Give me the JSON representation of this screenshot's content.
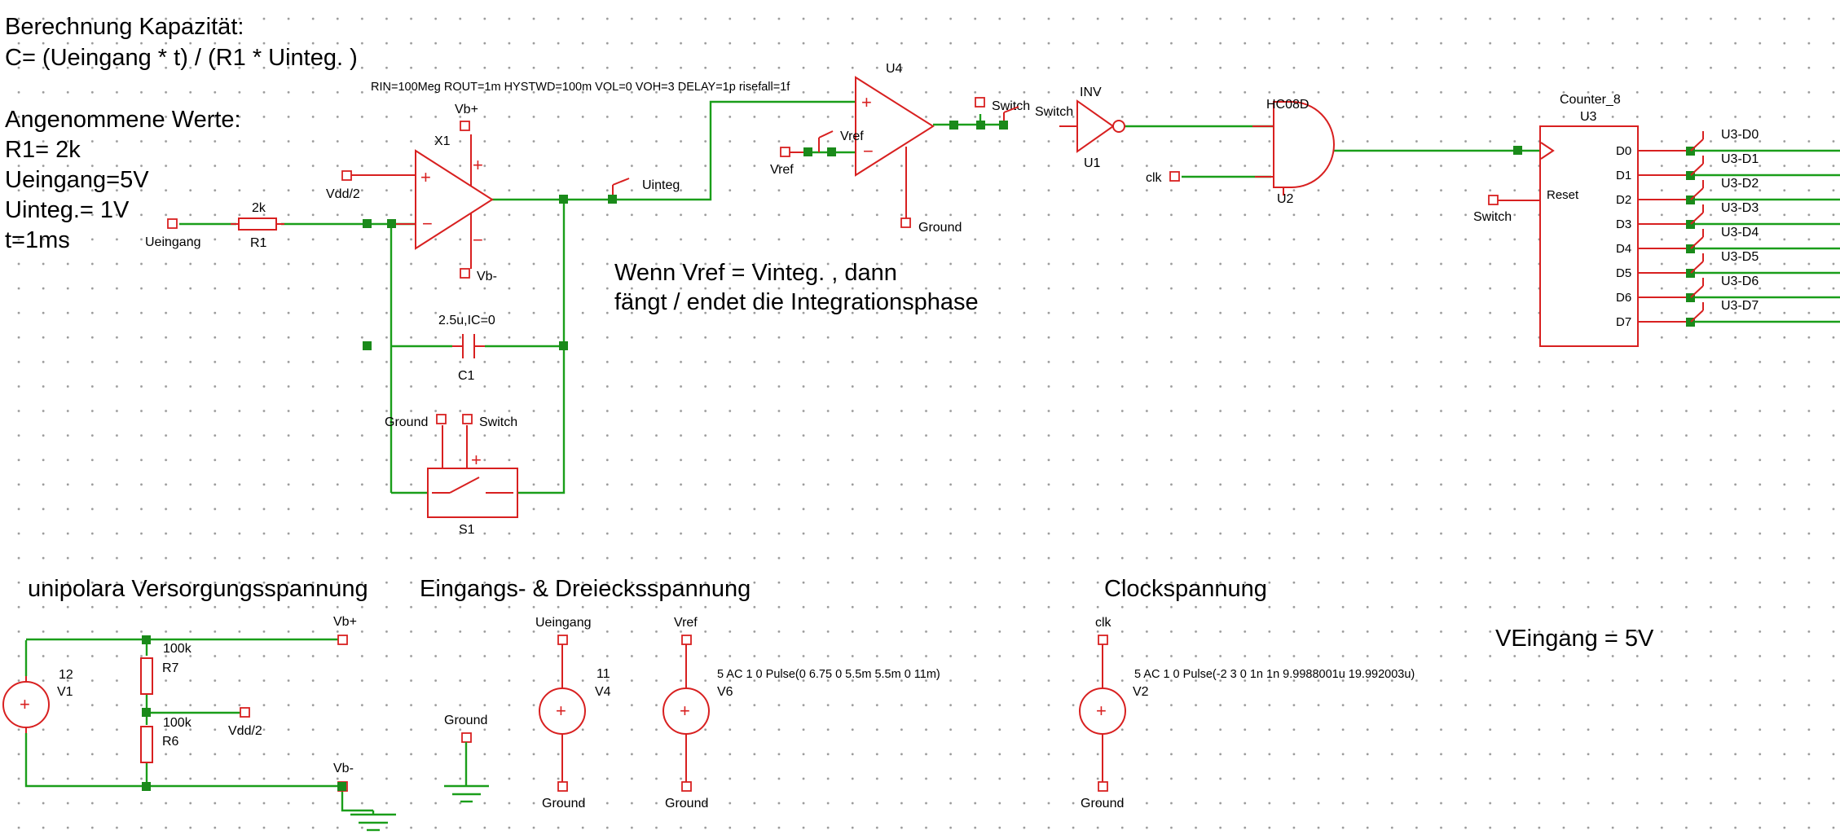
{
  "notes": {
    "calc_title": "Berechnung Kapazität:",
    "calc_formula": "C= (Ueingang * t) / (R1 * Uinteg. )",
    "assumed_title": "Angenommene Werte:",
    "assumed_r1": "R1= 2k",
    "assumed_ueingang": "Ueingang=5V",
    "assumed_uinteg": "Uinteg.= 1V",
    "assumed_t": "t=1ms",
    "vref_note_line1": "Wenn Vref = Vinteg. , dann",
    "vref_note_line2": "fängt / endet die Integrationsphase",
    "supply_title": "unipolara Versorgungsspannung",
    "input_title": "Eingangs- & Dreiecksspannung",
    "clock_title": "Clockspannung",
    "veingang_note": "VEingang = 5V"
  },
  "comparator_params": "RIN=100Meg ROUT=1m HYSTWD=100m VOL=0 VOH=3 DELAY=1p risefall=1f",
  "labels": {
    "ueingang": "Ueingang",
    "r1_value": "2k",
    "r1_name": "R1",
    "vdd2": "Vdd/2",
    "vb_plus": "Vb+",
    "vb_minus": "Vb-",
    "x1": "X1",
    "uinteg": "Uinteg",
    "c1_value": "2.5u,IC=0",
    "c1_name": "C1",
    "ground": "Ground",
    "switch": "Switch",
    "s1": "S1",
    "u4": "U4",
    "vref": "Vref",
    "inv": "INV",
    "u1": "U1",
    "hc08d": "HC08D",
    "u2": "U2",
    "clk": "clk",
    "counter": "Counter_8",
    "u3": "U3",
    "reset": "Reset"
  },
  "counter_pins": [
    "D0",
    "D1",
    "D2",
    "D3",
    "D4",
    "D5",
    "D6",
    "D7"
  ],
  "counter_outputs": [
    "U3-D0",
    "U3-D1",
    "U3-D2",
    "U3-D3",
    "U3-D4",
    "U3-D5",
    "U3-D6",
    "U3-D7"
  ],
  "supply": {
    "v1_value": "12",
    "v1_name": "V1",
    "r7_value": "100k",
    "r7_name": "R7",
    "r6_value": "100k",
    "r6_name": "R6",
    "vb_plus": "Vb+",
    "vdd2": "Vdd/2",
    "vb_minus": "Vb-"
  },
  "sources": {
    "ueingang": "Ueingang",
    "v4_value": "11",
    "v4_name": "V4",
    "vref": "Vref",
    "v6_params": "5 AC 1 0 Pulse(0 6.75 0 5.5m 5.5m 0 11m)",
    "v6_name": "V6",
    "ground": "Ground",
    "clk": "clk",
    "v2_params": "5 AC 1 0 Pulse(-2 3 0 1n 1n 9.9988001u 19.992003u)",
    "v2_name": "V2"
  }
}
